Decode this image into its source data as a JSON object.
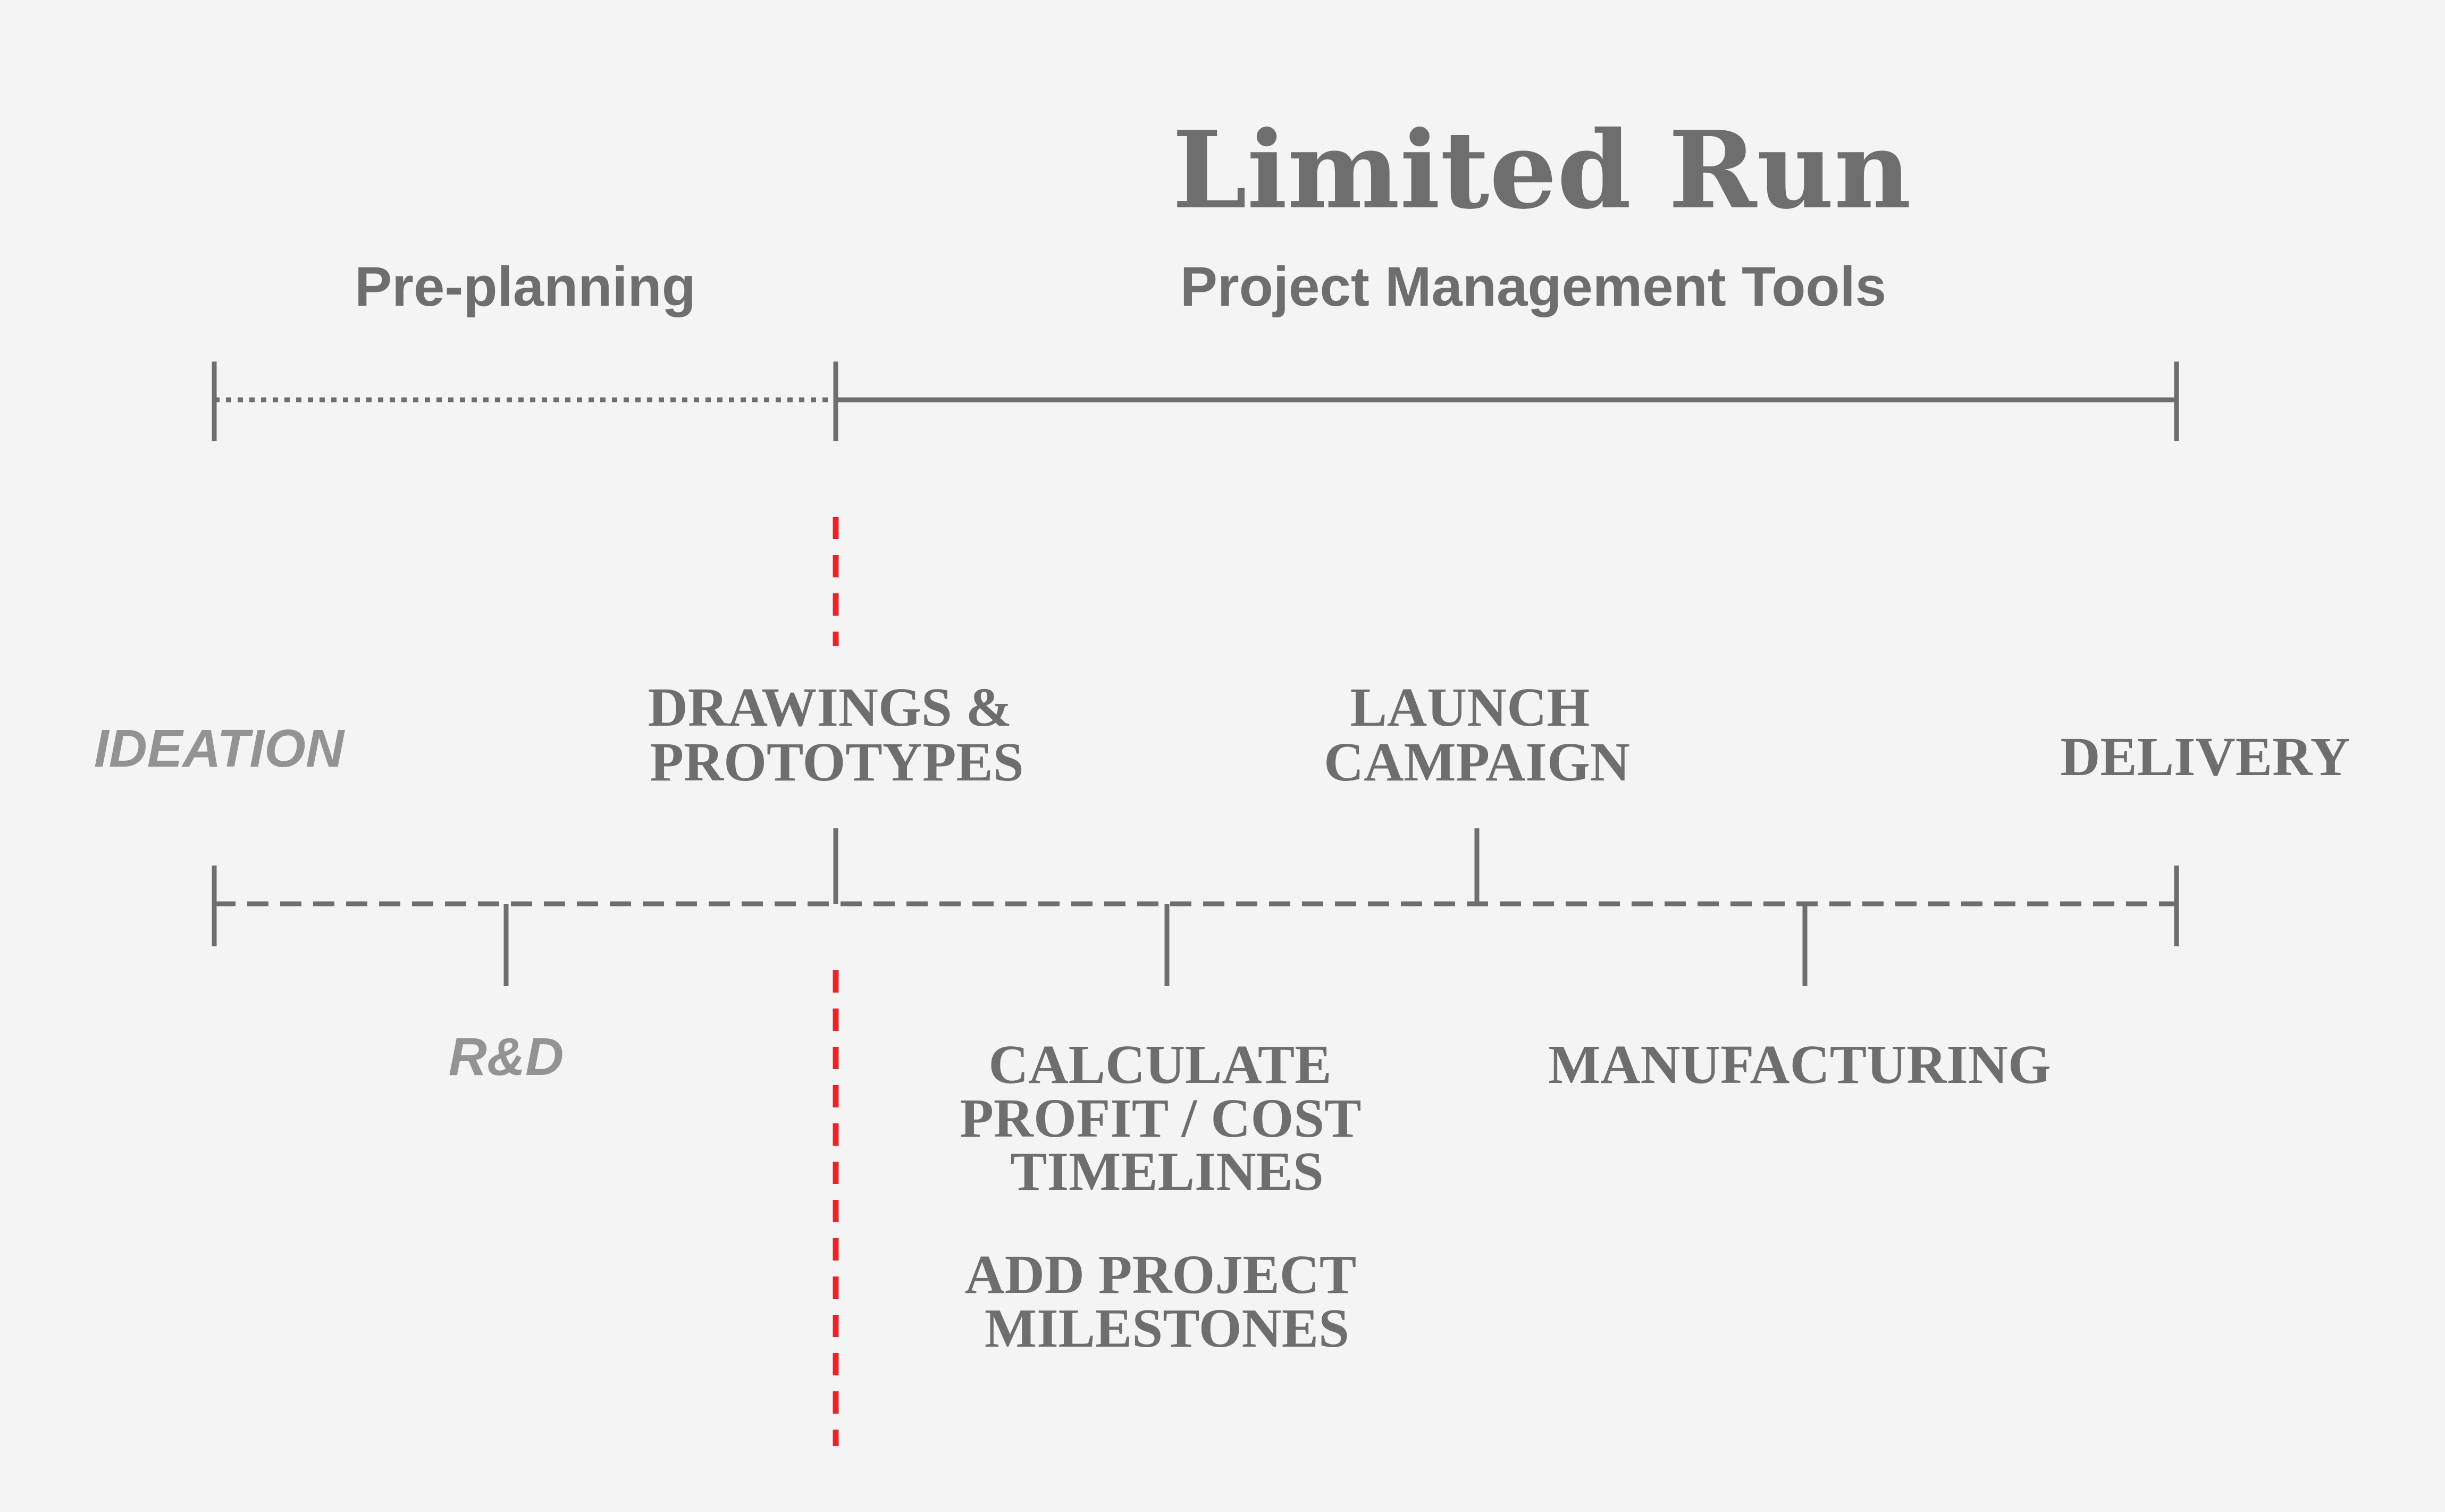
{
  "title": "Limited Run",
  "sections": {
    "preplanning": "Pre-planning",
    "project_tools": "Project Management Tools"
  },
  "steps": {
    "ideation": "IDEATION",
    "rnd": "R&D",
    "drawings": [
      "DRAWINGS &",
      "PROTOTYPES"
    ],
    "calculate": [
      "CALCULATE",
      "PROFIT / COST",
      "TIMELINES"
    ],
    "milestones": [
      "ADD PROJECT",
      "MILESTONES"
    ],
    "launch": [
      "LAUNCH",
      "CAMPAIGN"
    ],
    "manufacturing": "MANUFACTURING",
    "delivery": "DELIVERY"
  },
  "colors": {
    "text": "#6e6e6e",
    "faint_text": "#939393",
    "line": "#6e6e6e",
    "divider": "#e8242a",
    "background": "#f4f4f4"
  }
}
